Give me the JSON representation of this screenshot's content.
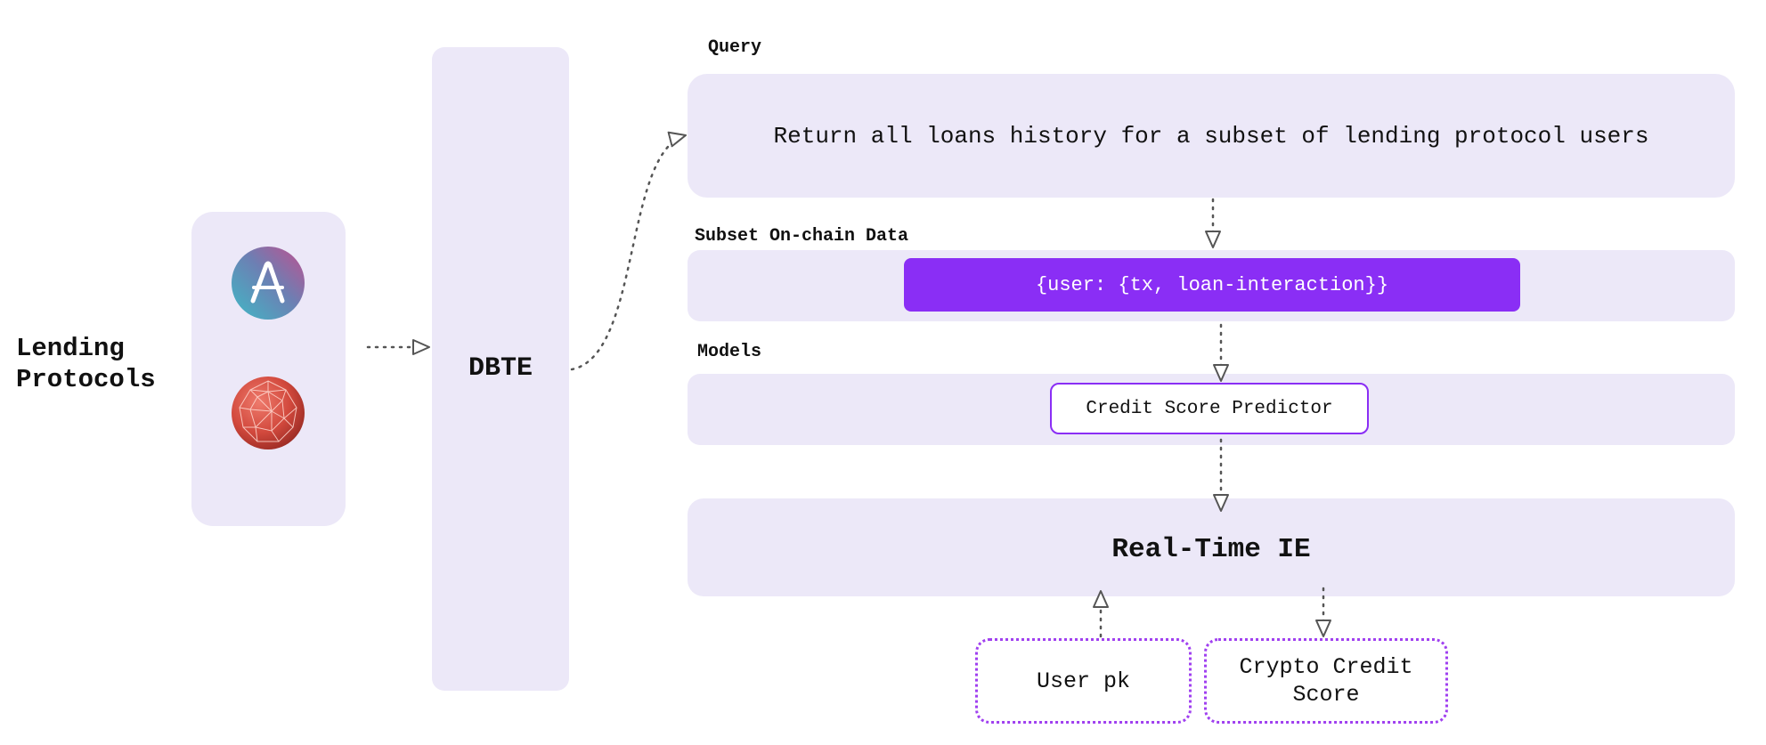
{
  "source": {
    "label": "Lending\nProtocols",
    "logos": [
      {
        "icon": "aave-logo-icon",
        "glyph": "/\\",
        "colors": [
          "#4fb6c8",
          "#b6509e"
        ]
      },
      {
        "icon": "geodesic-sphere-logo-icon",
        "colors": [
          "#e05a4f",
          "#b83a30"
        ]
      }
    ]
  },
  "dbte": {
    "label": "DBTE"
  },
  "query": {
    "title": "Query",
    "text": "Return all loans history for a subset of lending protocol users"
  },
  "subset": {
    "title": "Subset On-chain Data",
    "record": "{user: {tx, loan-interaction}}"
  },
  "models": {
    "title": "Models",
    "predictor": "Credit Score Predictor"
  },
  "engine": {
    "label": "Real-Time IE"
  },
  "input": {
    "label": "User pk"
  },
  "output": {
    "label": "Crypto Credit Score"
  },
  "colors": {
    "panel": "#ece8f8",
    "accent": "#8a2ef5",
    "arrow": "#555555"
  }
}
